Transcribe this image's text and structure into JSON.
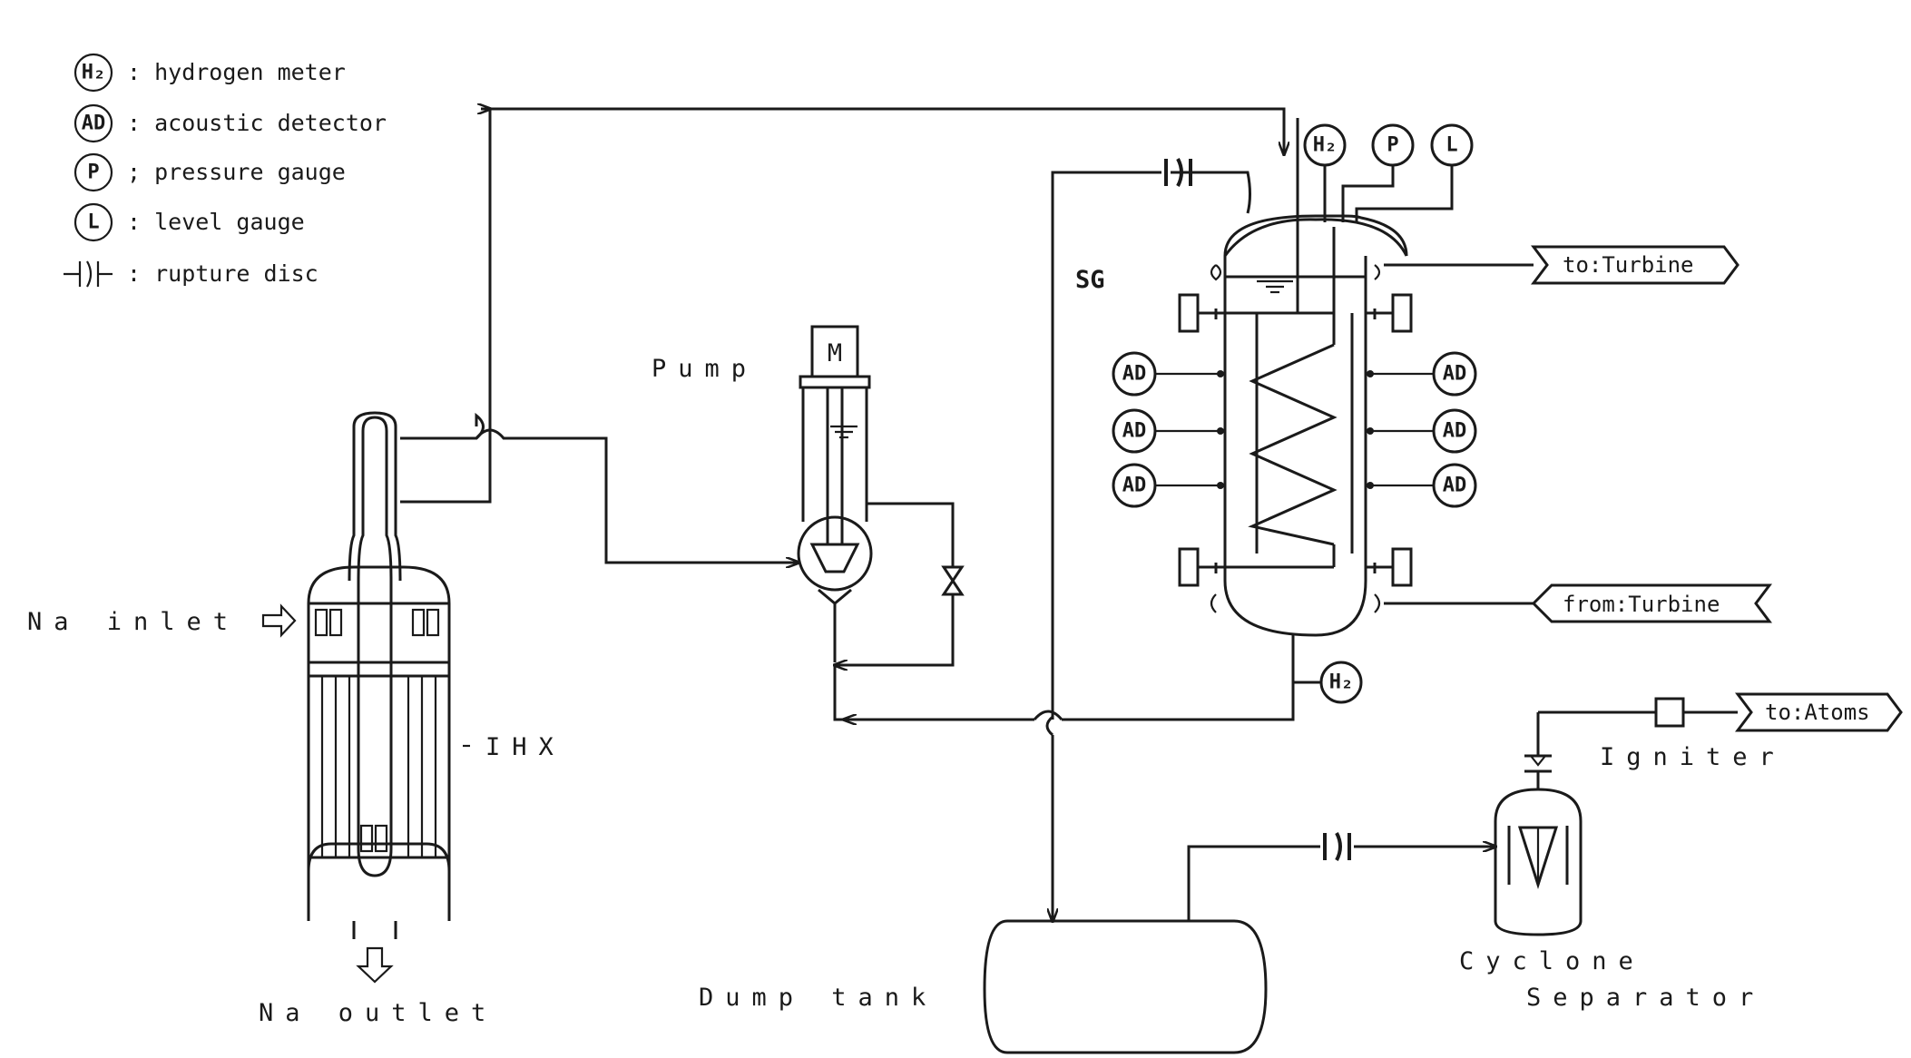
{
  "legend": {
    "items": [
      {
        "symbol": "H₂",
        "text": ": hydrogen meter"
      },
      {
        "symbol": "AD",
        "text": ": acoustic detector"
      },
      {
        "symbol": "P",
        "text": "; pressure gauge"
      },
      {
        "symbol": "L",
        "text": ": level gauge"
      },
      {
        "symbol": "",
        "text": ": rupture disc"
      }
    ]
  },
  "labels": {
    "na_inlet": "Na inlet",
    "na_outlet": "Na outlet",
    "ihx": "IHX",
    "pump": "Pump",
    "motor": "M",
    "sg": "SG",
    "dump_tank": "Dump tank",
    "cyclone": "Cyclone",
    "separator": "Separator",
    "igniter": "Igniter",
    "to_turbine": "to:Turbine",
    "from_turbine": "from:Turbine",
    "to_atoms": "to:Atoms"
  },
  "instruments": {
    "h2": "H₂",
    "p": "P",
    "l": "L",
    "ad": "AD"
  }
}
